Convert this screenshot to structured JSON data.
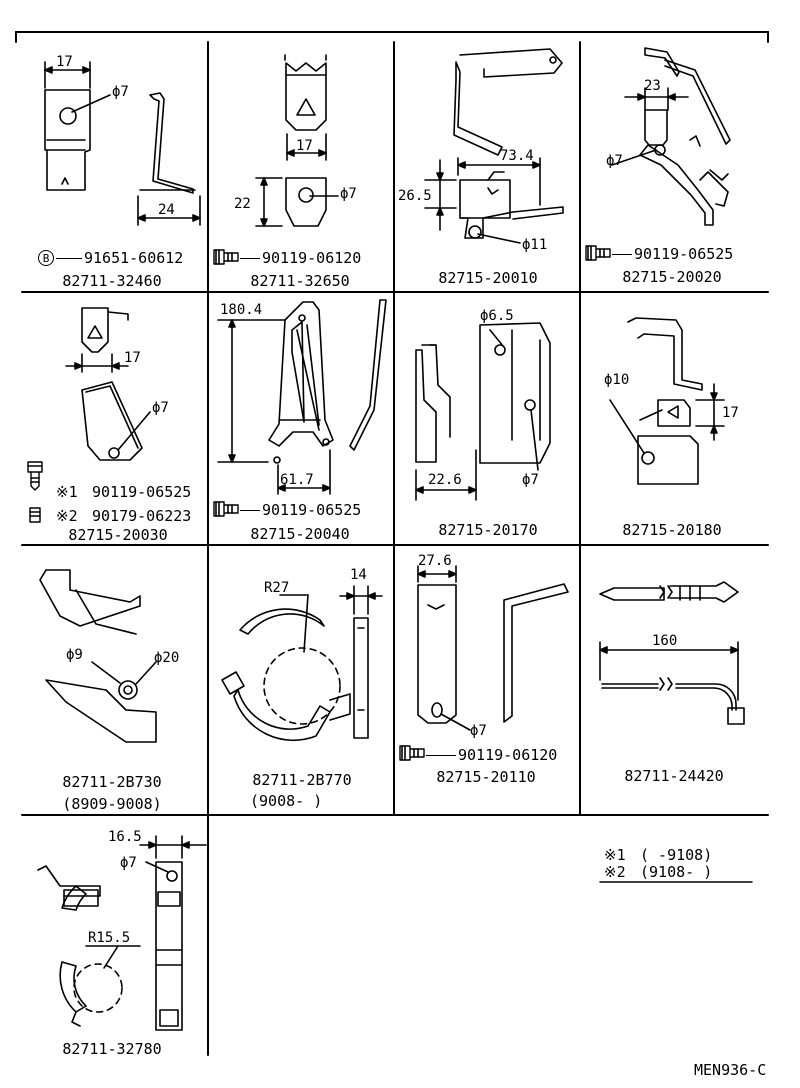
{
  "sheet_code": "MEN936-C",
  "notes": [
    {
      "mark": "※1",
      "range": "(      -9108)"
    },
    {
      "mark": "※2",
      "range": "(9108-      )"
    }
  ],
  "cells": [
    {
      "id": "c1",
      "part_number": "82711-32460",
      "dims": [
        "17",
        "ϕ7",
        "24"
      ],
      "ref": {
        "symbol": "B",
        "part": "91651-60612"
      }
    },
    {
      "id": "c2",
      "part_number": "82711-32650",
      "dims": [
        "17",
        "22",
        "ϕ7"
      ],
      "ref": {
        "part": "90119-06120"
      }
    },
    {
      "id": "c3",
      "part_number": "82715-20010",
      "dims": [
        "73.4",
        "26.5",
        "ϕ11"
      ]
    },
    {
      "id": "c4",
      "part_number": "82715-20020",
      "dims": [
        "23",
        "ϕ7"
      ],
      "ref": {
        "part": "90119-06525"
      }
    },
    {
      "id": "c5",
      "part_number": "82715-20030",
      "dims": [
        "17",
        "ϕ7"
      ],
      "refs": [
        {
          "mark": "※1",
          "part": "90119-06525"
        },
        {
          "mark": "※2",
          "part": "90179-06223"
        }
      ]
    },
    {
      "id": "c6",
      "part_number": "82715-20040",
      "dims": [
        "180.4",
        "61.7"
      ],
      "ref": {
        "part": "90119-06525"
      }
    },
    {
      "id": "c7",
      "part_number": "82715-20170",
      "dims": [
        "ϕ6.5",
        "22.6",
        "ϕ7"
      ]
    },
    {
      "id": "c8",
      "part_number": "82715-20180",
      "dims": [
        "ϕ10",
        "17"
      ]
    },
    {
      "id": "c9",
      "part_number": "82711-2B730",
      "date_range": "(8909-9008)",
      "dims": [
        "ϕ9",
        "ϕ20"
      ]
    },
    {
      "id": "c10",
      "part_number": "82711-2B770",
      "date_range": "(9008-      )",
      "dims": [
        "R27",
        "14"
      ]
    },
    {
      "id": "c11",
      "part_number": "82715-20110",
      "dims": [
        "27.6",
        "ϕ7"
      ],
      "ref": {
        "part": "90119-06120"
      }
    },
    {
      "id": "c12",
      "part_number": "82711-24420",
      "dims": [
        "160"
      ]
    },
    {
      "id": "c13",
      "part_number": "82711-32780",
      "dims": [
        "16.5",
        "ϕ7",
        "R15.5"
      ]
    }
  ]
}
